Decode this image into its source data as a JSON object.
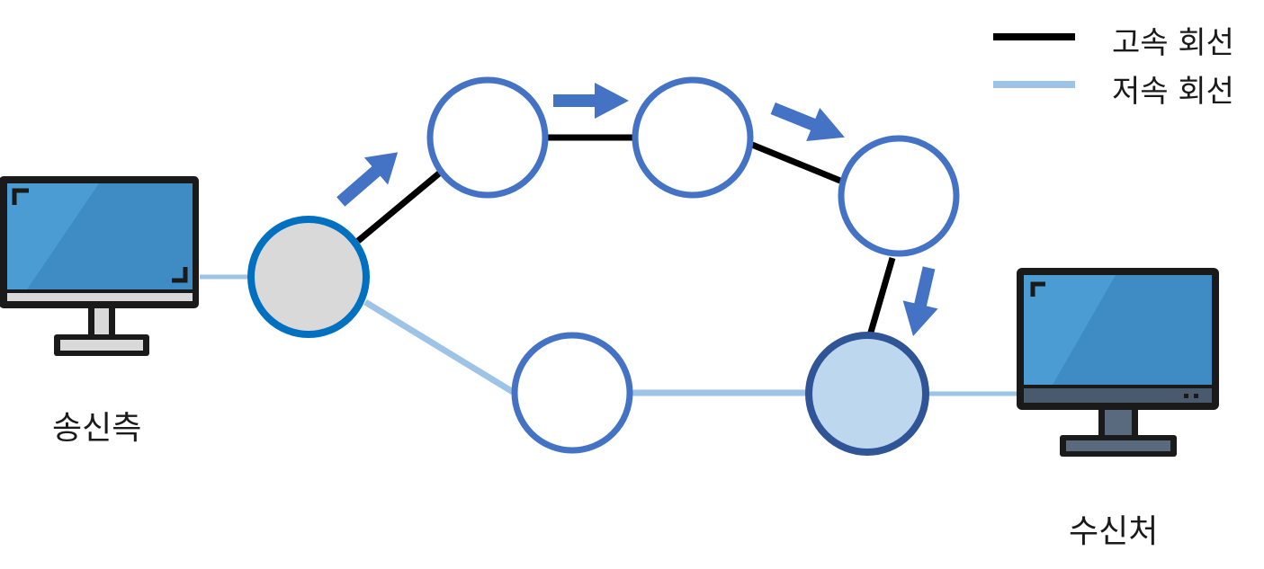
{
  "legend": {
    "high_speed": {
      "label": "고속 회선",
      "color": "#000000"
    },
    "low_speed": {
      "label": "저속 회선",
      "color": "#9dc3e6"
    }
  },
  "sender": {
    "label": "송신측",
    "icon": "computer-monitor-icon"
  },
  "receiver": {
    "label": "수신처",
    "icon": "computer-monitor-icon"
  },
  "colors": {
    "node_stroke": "#4472c4",
    "sender_node_fill": "#d9d9d9",
    "sender_node_stroke": "#0070c0",
    "receiver_node_fill": "#bdd7ee",
    "receiver_node_stroke": "#2f5597",
    "arrow": "#4472c4",
    "high_speed_line": "#000000",
    "low_speed_line": "#9dc3e6"
  }
}
